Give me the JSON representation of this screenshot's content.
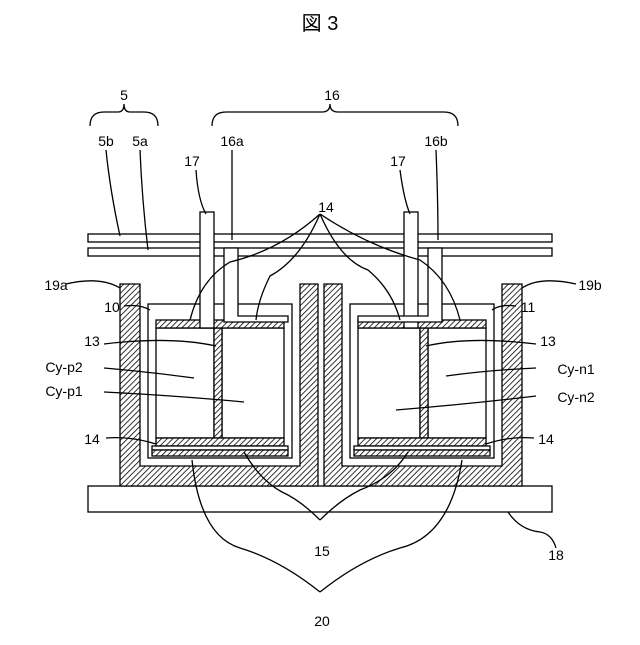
{
  "figure": {
    "title": "図 3",
    "labels": {
      "l5": "5",
      "l5b": "5b",
      "l5a": "5a",
      "l16": "16",
      "l16a": "16a",
      "l16b": "16b",
      "l17_left": "17",
      "l17_right": "17",
      "l14_top": "14",
      "l19a": "19a",
      "l19b": "19b",
      "l10": "10",
      "l11": "11",
      "l13_left": "13",
      "l13_right": "13",
      "cy_p2": "Cy-p2",
      "cy_p1": "Cy-p1",
      "cy_n1": "Cy-n1",
      "cy_n2": "Cy-n2",
      "l14_left": "14",
      "l14_right": "14",
      "l15": "15",
      "l18": "18",
      "l20": "20"
    }
  }
}
